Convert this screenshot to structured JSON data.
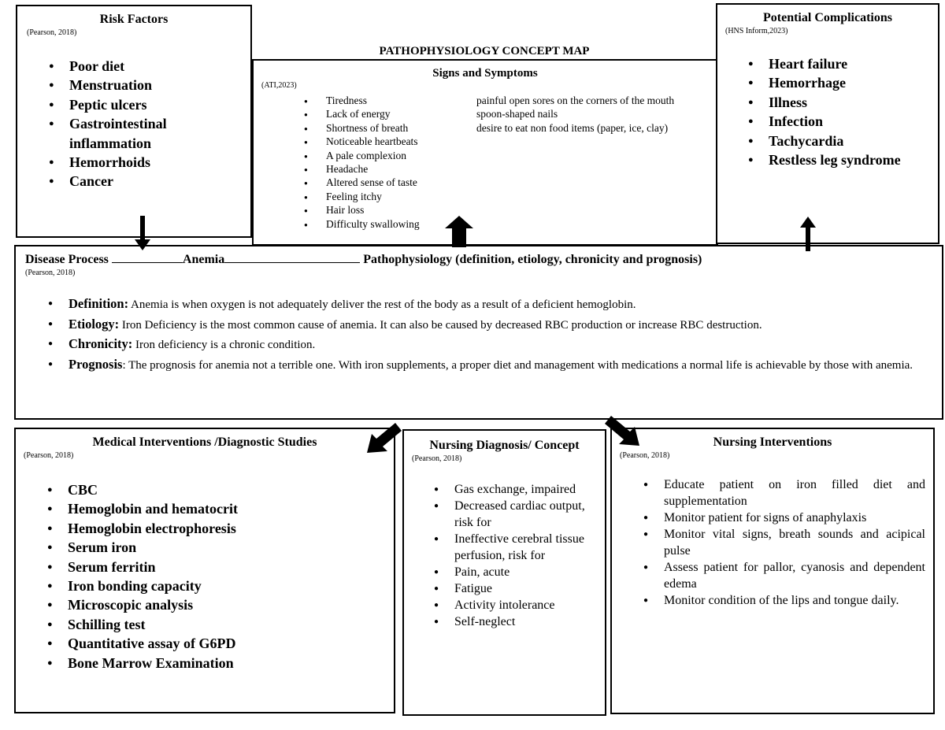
{
  "title": "PATHOPHYSIOLOGY CONCEPT MAP",
  "risk_factors": {
    "title": "Risk Factors",
    "citation": "(Pearson, 2018)",
    "items": [
      "Poor diet",
      "Menstruation",
      "Peptic ulcers",
      "Gastrointestinal inflammation",
      "Hemorrhoids",
      "Cancer"
    ]
  },
  "signs_symptoms": {
    "title": "Signs and Symptoms",
    "citation": "(ATI,2023)",
    "items": [
      "Tiredness",
      "Lack of energy",
      "Shortness of breath",
      "Noticeable heartbeats",
      "A pale complexion",
      "Headache",
      "Altered sense of taste",
      "Feeling itchy",
      "Hair loss",
      "Difficulty swallowing"
    ],
    "items_col2": [
      "painful open sores on the corners of the mouth",
      "spoon-shaped nails",
      "desire to eat non food items (paper, ice, clay)"
    ]
  },
  "complications": {
    "title": "Potential Complications",
    "citation": "(HNS Inform,2023)",
    "items": [
      "Heart failure",
      "Hemorrhage",
      "Illness",
      "Infection",
      "Tachycardia",
      "Restless leg syndrome"
    ]
  },
  "disease_process": {
    "label": "Disease Process",
    "name": "Anemia",
    "patho_label": "Pathophysiology (definition, etiology, chronicity and prognosis)",
    "citation": "(Pearson, 2018)",
    "definition_label": "Definition:",
    "definition": "Anemia is when oxygen is not adequately deliver the rest of the body as a result of a deficient hemoglobin.",
    "etiology_label": "Etiology:",
    "etiology": "Iron Deficiency is the most common cause of anemia. It can also be caused by decreased RBC production or increase RBC destruction.",
    "chronicity_label": "Chronicity:",
    "chronicity": "Iron deficiency is a chronic condition.",
    "prognosis_label": "Prognosis",
    "prognosis": ": The prognosis for anemia not a terrible one. With iron supplements, a proper diet and management with medications a normal life is achievable by those with anemia."
  },
  "medical_interventions": {
    "title": "Medical Interventions /Diagnostic Studies",
    "citation": "(Pearson, 2018)",
    "items": [
      "CBC",
      "Hemoglobin and hematocrit",
      "Hemoglobin electrophoresis",
      "Serum iron",
      "Serum ferritin",
      "Iron bonding capacity",
      "Microscopic analysis",
      "Schilling test",
      "Quantitative assay of G6PD",
      "Bone Marrow Examination"
    ]
  },
  "nursing_diagnosis": {
    "title": "Nursing Diagnosis/ Concept",
    "citation": "(Pearson, 2018)",
    "items": [
      "Gas exchange, impaired",
      "Decreased cardiac output, risk for",
      "Ineffective cerebral tissue perfusion, risk for",
      "Pain, acute",
      "Fatigue",
      "Activity intolerance",
      "Self-neglect"
    ]
  },
  "nursing_interventions": {
    "title": "Nursing Interventions",
    "citation": "(Pearson, 2018)",
    "items": [
      "Educate patient on iron filled diet and supplementation",
      "Monitor patient for signs of anaphylaxis",
      "Monitor vital signs, breath sounds and acipical pulse",
      "Assess patient for pallor, cyanosis and dependent edema",
      "Monitor condition of the lips and tongue daily."
    ]
  }
}
